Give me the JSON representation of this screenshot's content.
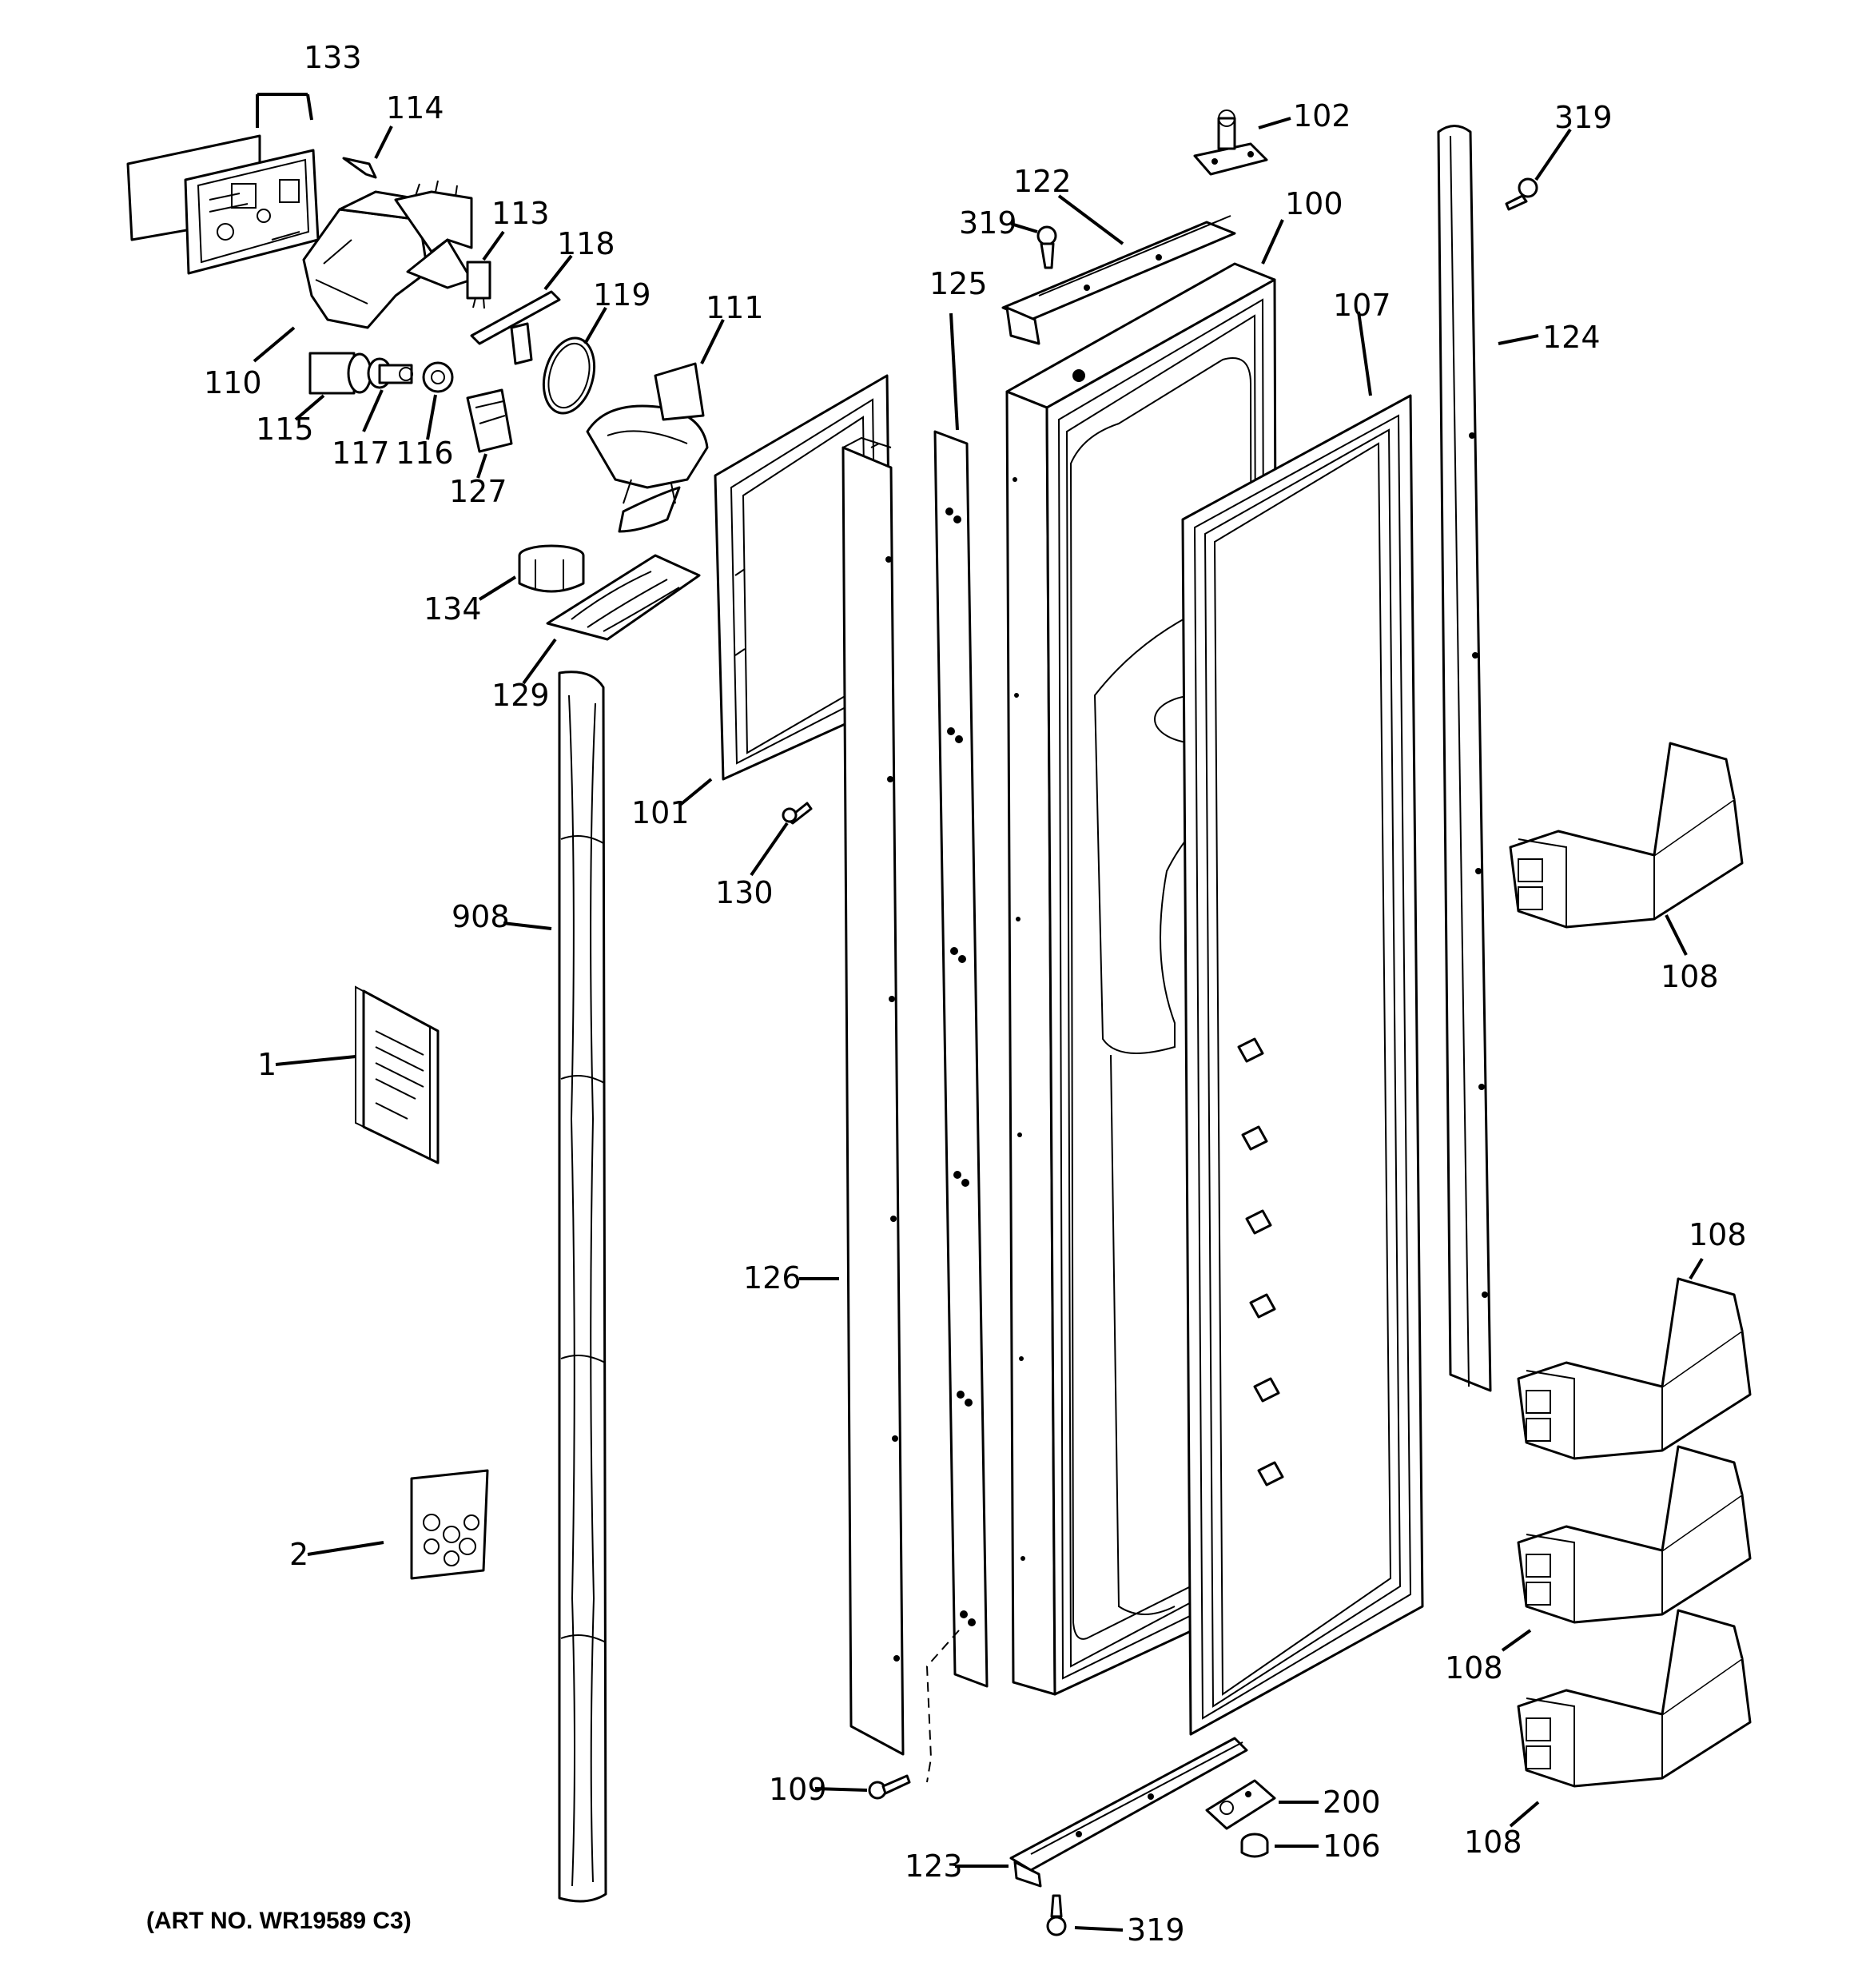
{
  "parts": [
    {
      "id": "133",
      "label": "133"
    },
    {
      "id": "114",
      "label": "114"
    },
    {
      "id": "113",
      "label": "113"
    },
    {
      "id": "118",
      "label": "118"
    },
    {
      "id": "119",
      "label": "119"
    },
    {
      "id": "111",
      "label": "111"
    },
    {
      "id": "110",
      "label": "110"
    },
    {
      "id": "115",
      "label": "115"
    },
    {
      "id": "117",
      "label": "117"
    },
    {
      "id": "116",
      "label": "116"
    },
    {
      "id": "127",
      "label": "127"
    },
    {
      "id": "134",
      "label": "134"
    },
    {
      "id": "129",
      "label": "129"
    },
    {
      "id": "101",
      "label": "101"
    },
    {
      "id": "130",
      "label": "130"
    },
    {
      "id": "908",
      "label": "908"
    },
    {
      "id": "1",
      "label": "1"
    },
    {
      "id": "2",
      "label": "2"
    },
    {
      "id": "126",
      "label": "126"
    },
    {
      "id": "125",
      "label": "125"
    },
    {
      "id": "109",
      "label": "109"
    },
    {
      "id": "122",
      "label": "122"
    },
    {
      "id": "319a",
      "label": "319"
    },
    {
      "id": "102",
      "label": "102"
    },
    {
      "id": "100",
      "label": "100"
    },
    {
      "id": "107",
      "label": "107"
    },
    {
      "id": "319b",
      "label": "319"
    },
    {
      "id": "124",
      "label": "124"
    },
    {
      "id": "108a",
      "label": "108"
    },
    {
      "id": "108b",
      "label": "108"
    },
    {
      "id": "108c",
      "label": "108"
    },
    {
      "id": "108d",
      "label": "108"
    },
    {
      "id": "200",
      "label": "200"
    },
    {
      "id": "106",
      "label": "106"
    },
    {
      "id": "123",
      "label": "123"
    },
    {
      "id": "319c",
      "label": "319"
    }
  ],
  "art_number": "(ART NO. WR19589 C3)"
}
